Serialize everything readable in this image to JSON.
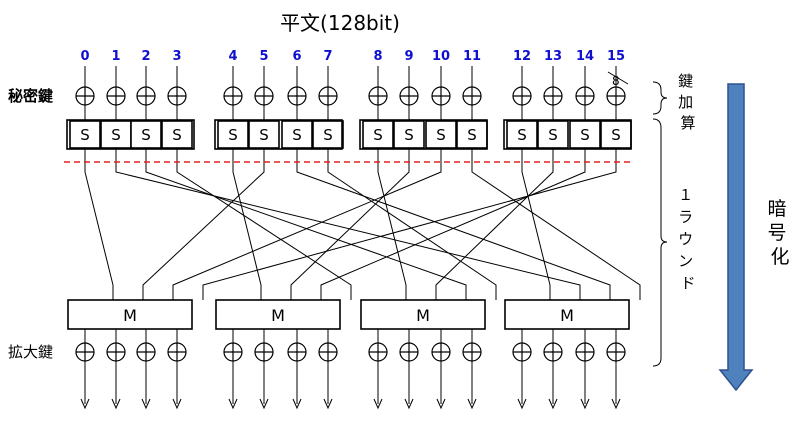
{
  "title": "平文(128bit)",
  "byte_indices": [
    "0",
    "1",
    "2",
    "3",
    "4",
    "5",
    "6",
    "7",
    "8",
    "9",
    "10",
    "11",
    "12",
    "13",
    "14",
    "15"
  ],
  "index_color": "#1010d0",
  "labels": {
    "secret_key": "秘密鍵",
    "expanded_key": "拡大鍵",
    "key_add": "鍵加算",
    "round": "１ラウンド",
    "encryption": "暗号化",
    "bit_width": "8"
  },
  "sbox_label": "S",
  "mix_label": "M",
  "colors": {
    "dashed_line": "#e02020",
    "arrow_fill": "#4f81bd",
    "arrow_stroke": "#2f528f"
  }
}
